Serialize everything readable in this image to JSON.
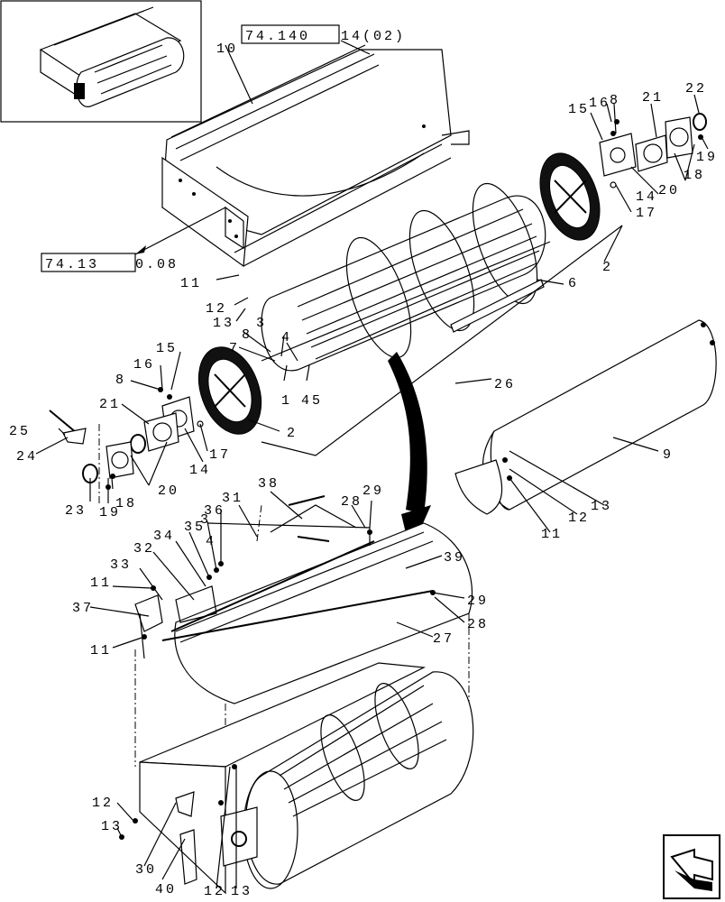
{
  "references": {
    "top": "74.140",
    "top_suffix": "14(02)",
    "left": "74.13",
    "left_suffix": "0.08"
  },
  "callouts": [
    {
      "id": "c10",
      "text": "10"
    },
    {
      "id": "c11a",
      "text": "11"
    },
    {
      "id": "c12a",
      "text": "12"
    },
    {
      "id": "c13a",
      "text": "13"
    },
    {
      "id": "c8a",
      "text": "8"
    },
    {
      "id": "c3a",
      "text": "3"
    },
    {
      "id": "c4a",
      "text": "4"
    },
    {
      "id": "c7",
      "text": "7"
    },
    {
      "id": "c1",
      "text": "1"
    },
    {
      "id": "c45",
      "text": "45"
    },
    {
      "id": "c15a",
      "text": "15"
    },
    {
      "id": "c16a",
      "text": "16"
    },
    {
      "id": "c8b",
      "text": "8"
    },
    {
      "id": "c21a",
      "text": "21"
    },
    {
      "id": "c25",
      "text": "25"
    },
    {
      "id": "c24",
      "text": "24"
    },
    {
      "id": "c17a",
      "text": "17"
    },
    {
      "id": "c14a",
      "text": "14"
    },
    {
      "id": "c2a",
      "text": "2"
    },
    {
      "id": "c20a",
      "text": "20"
    },
    {
      "id": "c23",
      "text": "23"
    },
    {
      "id": "c19a",
      "text": "19"
    },
    {
      "id": "c18a",
      "text": "18"
    },
    {
      "id": "c26",
      "text": "26"
    },
    {
      "id": "c6",
      "text": "6"
    },
    {
      "id": "c2b",
      "text": "2"
    },
    {
      "id": "c15b",
      "text": "15"
    },
    {
      "id": "c16b",
      "text": "16"
    },
    {
      "id": "c8c",
      "text": "8"
    },
    {
      "id": "c21b",
      "text": "21"
    },
    {
      "id": "c22",
      "text": "22"
    },
    {
      "id": "c19b",
      "text": "19"
    },
    {
      "id": "c18b",
      "text": "18"
    },
    {
      "id": "c20b",
      "text": "20"
    },
    {
      "id": "c14b",
      "text": "14"
    },
    {
      "id": "c17b",
      "text": "17"
    },
    {
      "id": "c9",
      "text": "9"
    },
    {
      "id": "c13b",
      "text": "13"
    },
    {
      "id": "c12b",
      "text": "12"
    },
    {
      "id": "c11b",
      "text": "11"
    },
    {
      "id": "c38",
      "text": "38"
    },
    {
      "id": "c28a",
      "text": "28"
    },
    {
      "id": "c29a",
      "text": "29"
    },
    {
      "id": "c31",
      "text": "31"
    },
    {
      "id": "c36",
      "text": "36"
    },
    {
      "id": "c35",
      "text": "35"
    },
    {
      "id": "c34",
      "text": "34"
    },
    {
      "id": "c3b",
      "text": "3"
    },
    {
      "id": "c4b",
      "text": "4"
    },
    {
      "id": "c32",
      "text": "32"
    },
    {
      "id": "c33",
      "text": "33"
    },
    {
      "id": "c11c",
      "text": "11"
    },
    {
      "id": "c37",
      "text": "37"
    },
    {
      "id": "c11d",
      "text": "11"
    },
    {
      "id": "c39",
      "text": "39"
    },
    {
      "id": "c29b",
      "text": "29"
    },
    {
      "id": "c28b",
      "text": "28"
    },
    {
      "id": "c27",
      "text": "27"
    },
    {
      "id": "c12c",
      "text": "12"
    },
    {
      "id": "c13c",
      "text": "13"
    },
    {
      "id": "c30",
      "text": "30"
    },
    {
      "id": "c40",
      "text": "40"
    },
    {
      "id": "c12d",
      "text": "12"
    },
    {
      "id": "c13d",
      "text": "13"
    }
  ],
  "icons": {
    "nav": "next-page-arrow-icon",
    "thumbnail": "assembly-thumbnail-icon"
  }
}
